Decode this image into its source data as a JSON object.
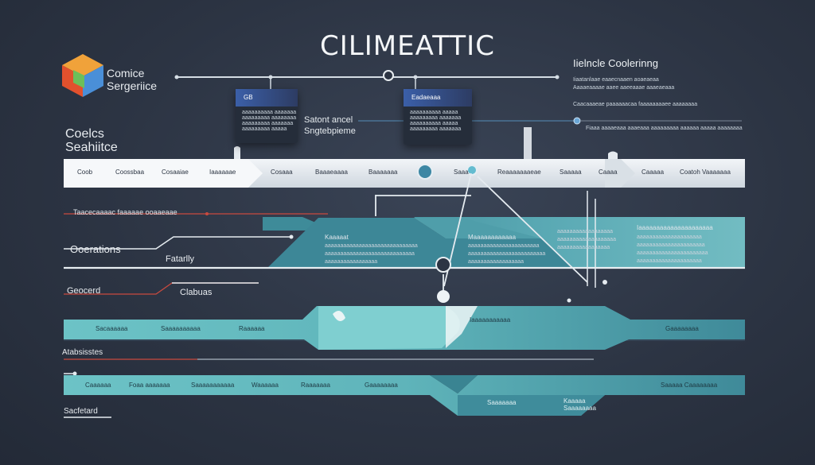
{
  "title": "CILIMEATTIC",
  "logo": {
    "line1": "Comice",
    "line2": "Sergeriice"
  },
  "top_right": {
    "heading": "Iielncle Coolerinng",
    "line1": "Iiaatanlaae eaaecnaaen aoaeaeaa",
    "line2": "Aaaaeaaaae aaee aaeeaaae aaaeaeaaa",
    "line3": "Caacaaaeae paaaaaacaa faaaaaaaaee aaaaaaaa"
  },
  "card_left": {
    "badge": "GB",
    "lines": [
      "aaaaaaaaaa aaaaaaa",
      "aaaaaaaaa aaaaaaaa",
      "aaaaaaaaa aaaaaaa",
      "aaaaaaaaa aaaaa"
    ]
  },
  "card_mid": {
    "badge": "Eadaeaaa",
    "lines": [
      "aaaaaaaaaa aaaaa",
      "aaaaaaaaa aaaaaaa",
      "aaaaaaaaaa aaaaa",
      "aaaaaaaaa aaaaaaa"
    ]
  },
  "card_left_side": {
    "line1": "Satont ancel",
    "line2": "Sngtebpieme"
  },
  "left_heading": {
    "line1": "Coelcs",
    "line2": "Seahiitce"
  },
  "flow_note": "Fiaaa aaaaeaaa aaaeaaa aaaaaaaaa aaaaaa aaaaa aaaaaaaa",
  "band": {
    "items": [
      "Coob",
      "Coossbaa",
      "Cosaaiae",
      "Iaaaaaae",
      "Cosaaa",
      "Baaaeaaaa",
      "Baaaaaaa",
      "Saaa",
      "Reaaaaaaaeae",
      "Saaaaa",
      "Caaaa",
      "Caaaaa",
      "Coatoh Vaaaaaaa"
    ]
  },
  "labels": {
    "transfer": "Taacecaaaac faaaaae ooaaeaae",
    "operations": "Ooerations",
    "fatally": "Fatarlly",
    "geocard": "Geocerd",
    "clabus": "Clabuas",
    "analysis": "Atabsisstes",
    "safety": "Sacfetard"
  },
  "panel1": {
    "a_title": "Kaaaaat",
    "a_lines": [
      "aaaaaaaaaaaaaaaaaaaaaaaaaaaaaa",
      "aaaaaaaaaaaaaaaaaaaaaaaaaaaaa",
      "aaaaaaaaaaaaaaaaa"
    ],
    "b_title": "Maaaaaaaaaaaa",
    "b_lines": [
      "aaaaaaaaaaaaaaaaaaaaaaa",
      "aaaaaaaaaaaaaaaaaaaaaaaaa",
      "aaaaaaaaaaaaaaaaaa"
    ],
    "c_lines": [
      "aaaaaaaaaaaaaaaaaa",
      "aaaaaaaaaaaaaaaaaaa",
      "aaaaaaaaaaaaaaaaa"
    ],
    "d_title": "Iaaaaaaaaaaaaaaaaaaaaa",
    "d_lines": [
      "aaaaaaaaaaaaaaaaaaaaa",
      "aaaaaaaaaaaaaaaaaaaaaa",
      "aaaaaaaaaaaaaaaaaaaaaaa",
      "aaaaaaaaaaaaaaaaaaaaa"
    ]
  },
  "row2": {
    "items": [
      "Sacaaaaaa",
      "Saaaaaaaaaa",
      "Raaaaaa"
    ],
    "center": "Iaaaaaaaaaaa",
    "right": "Gaaaaaaaa"
  },
  "row3": {
    "items": [
      "Caaaaaa",
      "Foaa aaaaaaa",
      "Saaaaaaaaaaa",
      "Waaaaaa",
      "Raaaaaaa",
      "Gaaaaaaaa"
    ],
    "right": "Saaaaa Caaaaaaaa",
    "sub1": "Saaaaaaa",
    "sub2_a": "Kaaaaa",
    "sub2_b": "Saaaaaaaa"
  }
}
